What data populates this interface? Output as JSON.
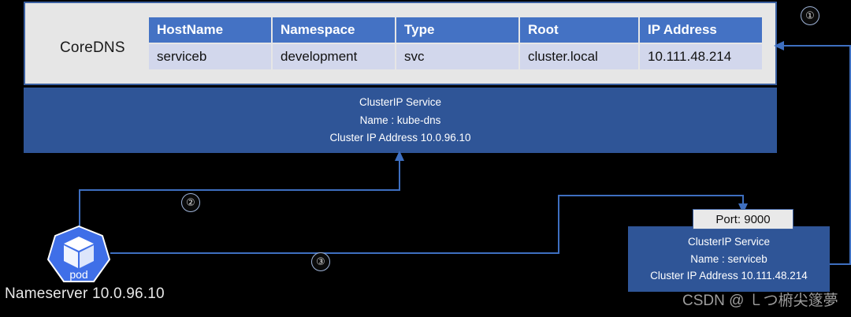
{
  "coredns": {
    "label": "CoreDNS",
    "table": {
      "headers": [
        "HostName",
        "Namespace",
        "Type",
        "Root",
        "IP Address"
      ],
      "rows": [
        [
          "serviceb",
          "development",
          "svc",
          "cluster.local",
          "10.111.48.214"
        ]
      ]
    }
  },
  "kubedns_service": {
    "title": "ClusterIP Service",
    "name": "Name : kube-dns",
    "ip": "Cluster IP Address 10.0.96.10"
  },
  "serviceb_service": {
    "port": "Port: 9000",
    "title": "ClusterIP Service",
    "name": "Name : serviceb",
    "ip": "Cluster IP Address 10.111.48.214"
  },
  "pod": {
    "icon_label": "pod",
    "nameserver": "Nameserver 10.0.96.10"
  },
  "markers": {
    "one": "①",
    "two": "②",
    "three": "③"
  },
  "watermark": "CSDN @ ㇄つ椨尖篴夢",
  "colors": {
    "header_blue": "#4472C4",
    "row_lavender": "#D2D7EC",
    "block_blue": "#2F5597",
    "wire_blue": "#3E6FC0",
    "panel_gray": "#E6E6E6",
    "pod_blue": "#3F6FE8"
  }
}
